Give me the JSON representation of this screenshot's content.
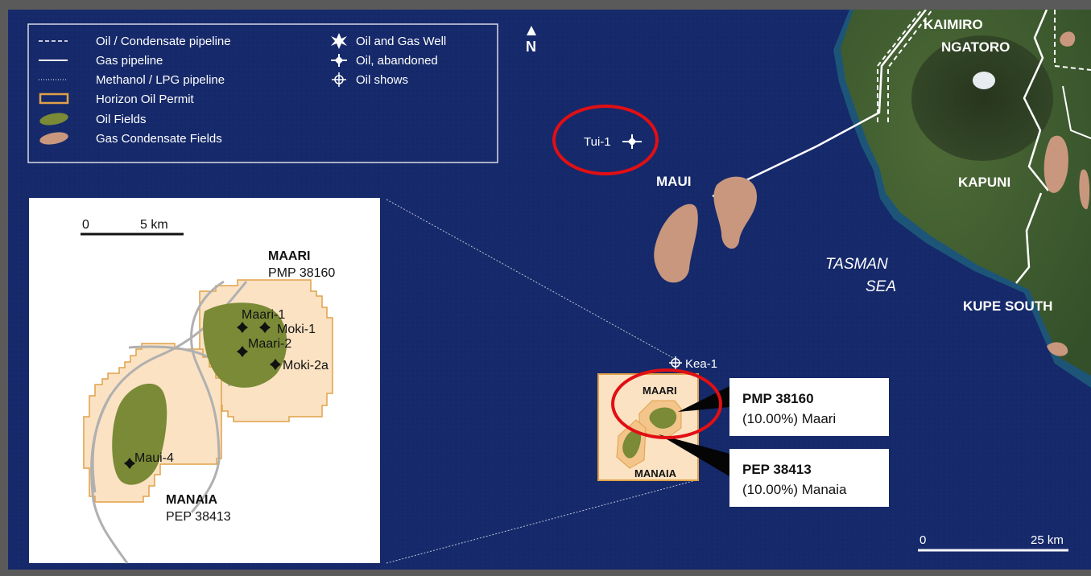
{
  "legend": {
    "items": [
      {
        "symbol": "dashed-line",
        "label": "Oil / Condensate pipeline"
      },
      {
        "symbol": "solid-line",
        "label": "Gas pipeline"
      },
      {
        "symbol": "dotted-line",
        "label": "Methanol / LPG pipeline"
      },
      {
        "symbol": "permit-box",
        "label": "Horizon Oil Permit"
      },
      {
        "symbol": "oil-field",
        "label": "Oil Fields"
      },
      {
        "symbol": "gas-field",
        "label": "Gas Condensate Fields"
      },
      {
        "symbol": "well-star",
        "label": "Oil and Gas Well"
      },
      {
        "symbol": "abandoned-star",
        "label": "Oil, abandoned"
      },
      {
        "symbol": "shows-circle",
        "label": "Oil shows"
      }
    ]
  },
  "north_arrow": {
    "label": "N"
  },
  "places": {
    "kaimiro": "KAIMIRO",
    "ngatoro": "NGATORO",
    "maui": "MAUI",
    "kapuni": "KAPUNI",
    "kupe_south": "KUPE SOUTH",
    "tasman": "TASMAN",
    "sea": "SEA"
  },
  "wells": {
    "tui": "Tui-1",
    "kea": "Kea-1"
  },
  "small_permit": {
    "maari": "MAARI",
    "manaia": "MANAIA"
  },
  "callouts": {
    "pmp_title": "PMP 38160",
    "pmp_detail": "(10.00%) Maari",
    "pep_title": "PEP 38413",
    "pep_detail": "(10.00%) Manaia"
  },
  "inset": {
    "scale_zero": "0",
    "scale_label": "5 km",
    "maari_title": "MAARI",
    "maari_permit": "PMP 38160",
    "manaia_title": "MANAIA",
    "manaia_permit": "PEP 38413",
    "wells": {
      "maari1": "Maari-1",
      "moki1": "Moki-1",
      "maari2": "Maari-2",
      "moki2a": "Moki-2a",
      "maui4": "Maui-4"
    }
  },
  "main_scale": {
    "zero": "0",
    "label": "25 km"
  },
  "colors": {
    "sea": "#16296a",
    "land": "#3f5a2e",
    "oil_field": "#7a8a36",
    "gas_field": "#c9977d",
    "permit_border": "#e0a14a",
    "permit_fill": "#fbe2c3",
    "highlight": "#e10f14"
  }
}
